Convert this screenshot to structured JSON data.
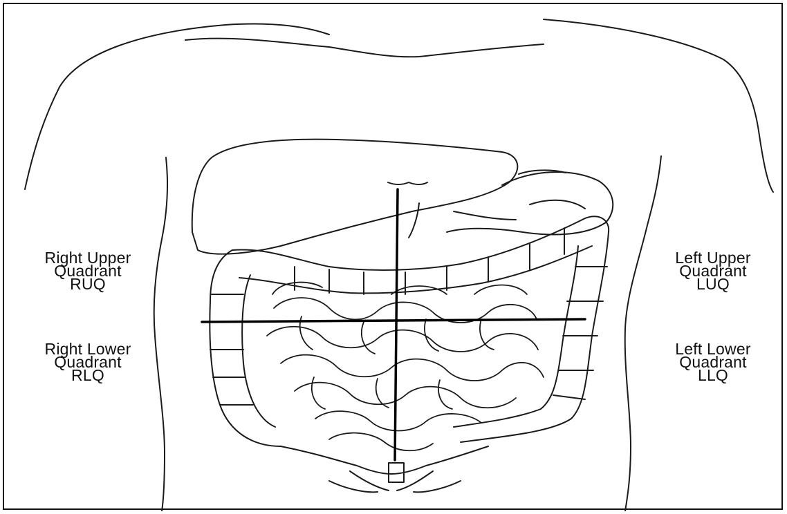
{
  "quadrants": {
    "ruq": {
      "line1": "Right Upper",
      "line2": "Quadrant",
      "abbr": "RUQ"
    },
    "rlq": {
      "line1": "Right Lower",
      "line2": "Quadrant",
      "abbr": "RLQ"
    },
    "luq": {
      "line1": "Left Upper",
      "line2": "Quadrant",
      "abbr": "LUQ"
    },
    "llq": {
      "line1": "Left Lower",
      "line2": "Quadrant",
      "abbr": "LLQ"
    }
  }
}
